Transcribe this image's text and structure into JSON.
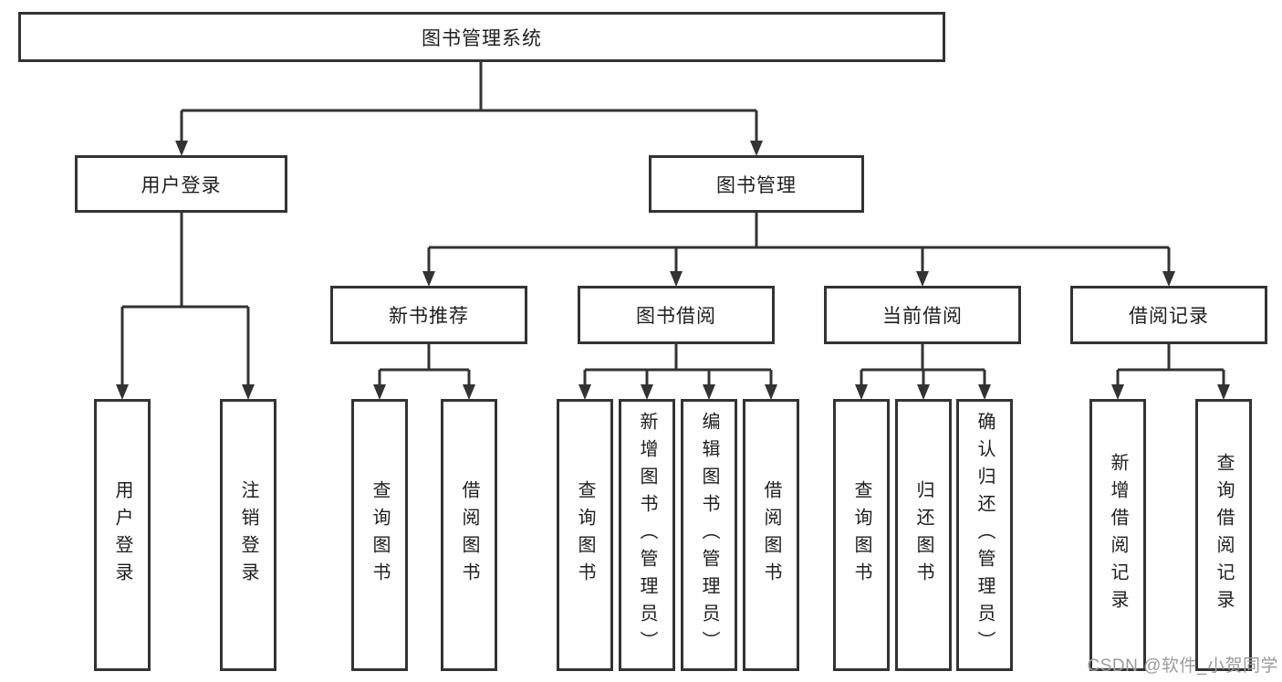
{
  "nodes": {
    "root": {
      "label": "图书管理系统"
    },
    "login": {
      "label": "用户登录"
    },
    "manage": {
      "label": "图书管理"
    },
    "recommend": {
      "label": "新书推荐"
    },
    "borrow": {
      "label": "图书借阅"
    },
    "current": {
      "label": "当前借阅"
    },
    "record": {
      "label": "借阅记录"
    },
    "login_user": {
      "label": "用户登录"
    },
    "login_logout": {
      "label": "注销登录"
    },
    "rec_query": {
      "label": "查询图书"
    },
    "rec_borrow": {
      "label": "借阅图书"
    },
    "bor_query": {
      "label": "查询图书"
    },
    "bor_add": {
      "label": "新增图书（管理员）"
    },
    "bor_edit": {
      "label": "编辑图书（管理员）"
    },
    "bor_borrow": {
      "label": "借阅图书"
    },
    "cur_query": {
      "label": "查询图书"
    },
    "cur_return": {
      "label": "归还图书"
    },
    "cur_confirm": {
      "label": "确认归还（管理员）"
    },
    "recd_add": {
      "label": "新增借阅记录"
    },
    "recd_query": {
      "label": "查询借阅记录"
    }
  },
  "watermark": {
    "text": "CSDN @软件_小贺同学"
  },
  "colors": {
    "line": "#333333",
    "border": "#333333",
    "text": "#1e1e1e",
    "watermark": "#9b9b9b",
    "background": "#ffffff"
  }
}
